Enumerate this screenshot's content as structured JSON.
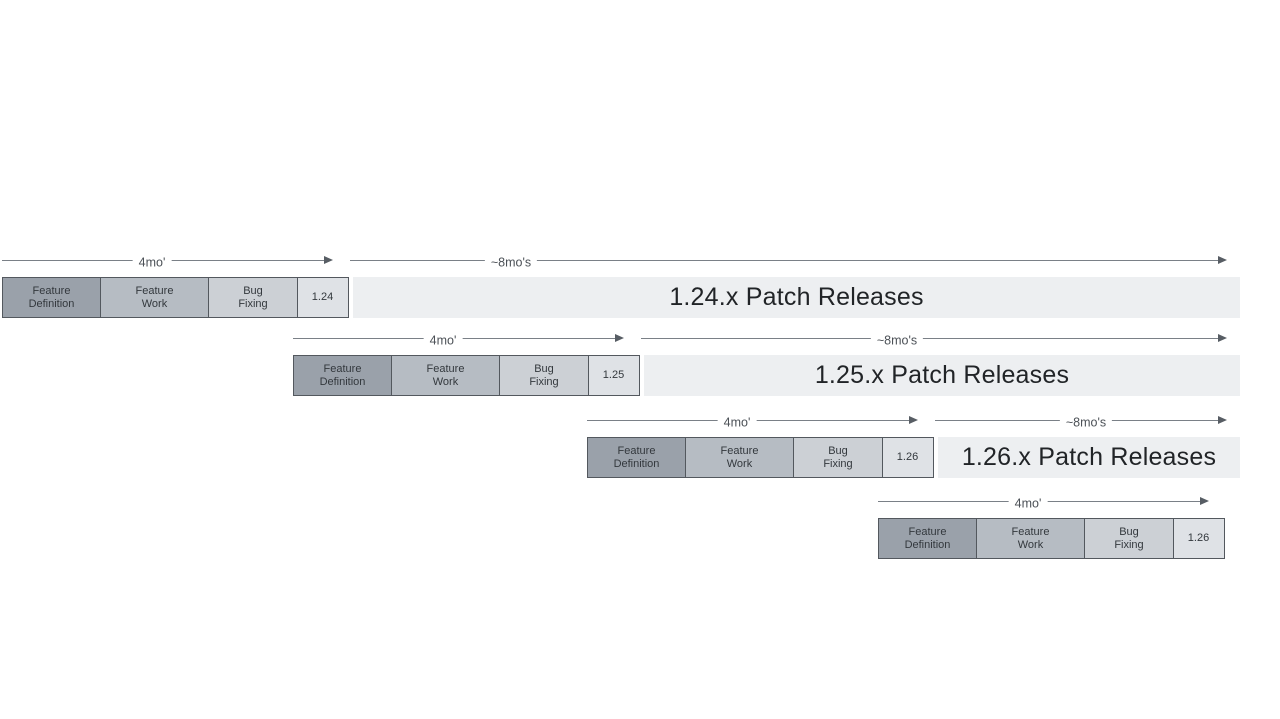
{
  "diagram_title": "release-cadence-diagram",
  "colors": {
    "phase_feature_definition": "#9aa1aa",
    "phase_feature_work": "#b6bcc3",
    "phase_bug_fixing": "#ccd0d5",
    "version_box": "#dfe2e6",
    "patch_bar": "#edeff1",
    "arrow_line": "#7a8087",
    "box_border": "#53585e"
  },
  "cycles": [
    {
      "version": "1.24",
      "phases": [
        "Feature\nDefinition",
        "Feature\nWork",
        "Bug\nFixing"
      ],
      "dev_duration_label": "4mo'",
      "patch_duration_label": "~8mo's",
      "patch_label": "1.24.x Patch Releases"
    },
    {
      "version": "1.25",
      "phases": [
        "Feature\nDefinition",
        "Feature\nWork",
        "Bug\nFixing"
      ],
      "dev_duration_label": "4mo'",
      "patch_duration_label": "~8mo's",
      "patch_label": "1.25.x Patch Releases"
    },
    {
      "version": "1.26",
      "phases": [
        "Feature\nDefinition",
        "Feature\nWork",
        "Bug\nFixing"
      ],
      "dev_duration_label": "4mo'",
      "patch_duration_label": "~8mo's",
      "patch_label": "1.26.x Patch Releases"
    },
    {
      "version": "1.26",
      "phases": [
        "Feature\nDefinition",
        "Feature\nWork",
        "Bug\nFixing"
      ],
      "dev_duration_label": "4mo'",
      "patch_duration_label": null,
      "patch_label": null
    }
  ]
}
